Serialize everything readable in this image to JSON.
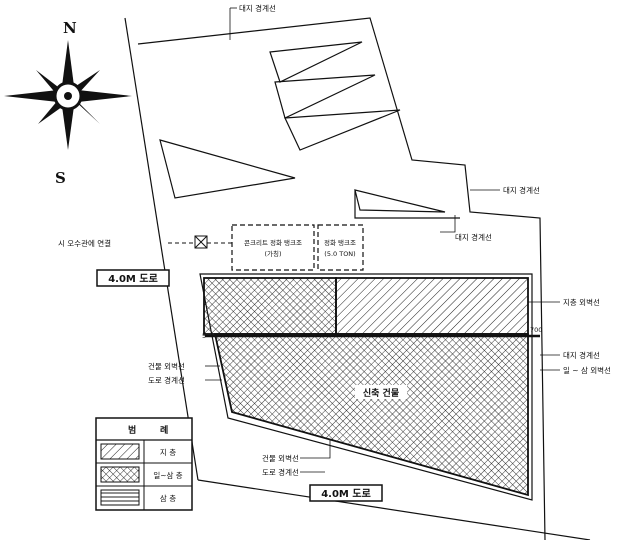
{
  "compass": {
    "north": "N",
    "south": "S"
  },
  "labels": {
    "boundary_top": "대지 경계선",
    "boundary_right": "대지 경계선",
    "boundary_mid": "대지 경계선",
    "sewer": "시 오수관에 연결",
    "tank_1": "콘크리트 정화 탱크조",
    "tank_1b": "(가칭)",
    "tank_2": "정화 탱크조",
    "tank_2b": "(5.0 TON)",
    "road_top": "4.0M 도로",
    "road_bottom": "4.0M 도로",
    "basement_outline": "지층 외벽선",
    "boundary_east": "대지 경계선",
    "floors_east": "일 ~ 삼 외벽선",
    "bldg_outline_w": "건물 외벽선",
    "road_boundary_w": "도로 경계선",
    "building_name": "신축 건물",
    "bldg_outline_s": "건물 외벽선",
    "road_boundary_s": "도로 경계선",
    "marker_w": "5",
    "marker_e": "700"
  },
  "legend": {
    "title_a": "범",
    "title_b": "례",
    "items": [
      {
        "label": "지 층"
      },
      {
        "label": "일~삼 층"
      },
      {
        "label": "삼 층"
      }
    ]
  }
}
